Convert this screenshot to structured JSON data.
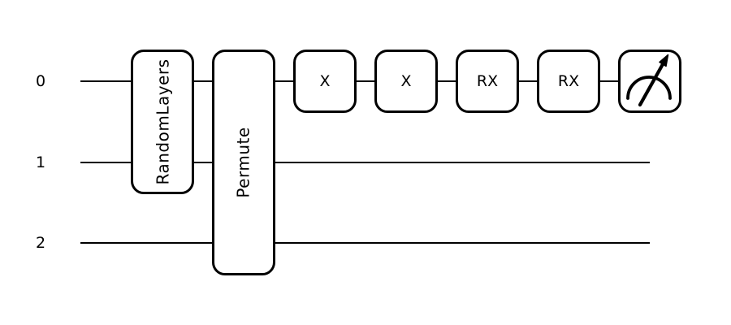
{
  "diagram": {
    "type": "quantum-circuit",
    "colors": {
      "background": "#ffffff",
      "ink": "#000000"
    },
    "wires": [
      {
        "label": "0"
      },
      {
        "label": "1"
      },
      {
        "label": "2"
      }
    ],
    "gates": [
      {
        "label": "RandomLayers",
        "wires": [
          0,
          1
        ],
        "orientation": "vertical"
      },
      {
        "label": "Permute",
        "wires": [
          0,
          1,
          2
        ],
        "orientation": "vertical"
      },
      {
        "label": "X",
        "wires": [
          0
        ]
      },
      {
        "label": "X",
        "wires": [
          0
        ]
      },
      {
        "label": "RX",
        "wires": [
          0
        ]
      },
      {
        "label": "RX",
        "wires": [
          0
        ]
      },
      {
        "label": "",
        "type": "measurement",
        "icon": "measurement-gauge-icon",
        "wires": [
          0
        ]
      }
    ]
  }
}
